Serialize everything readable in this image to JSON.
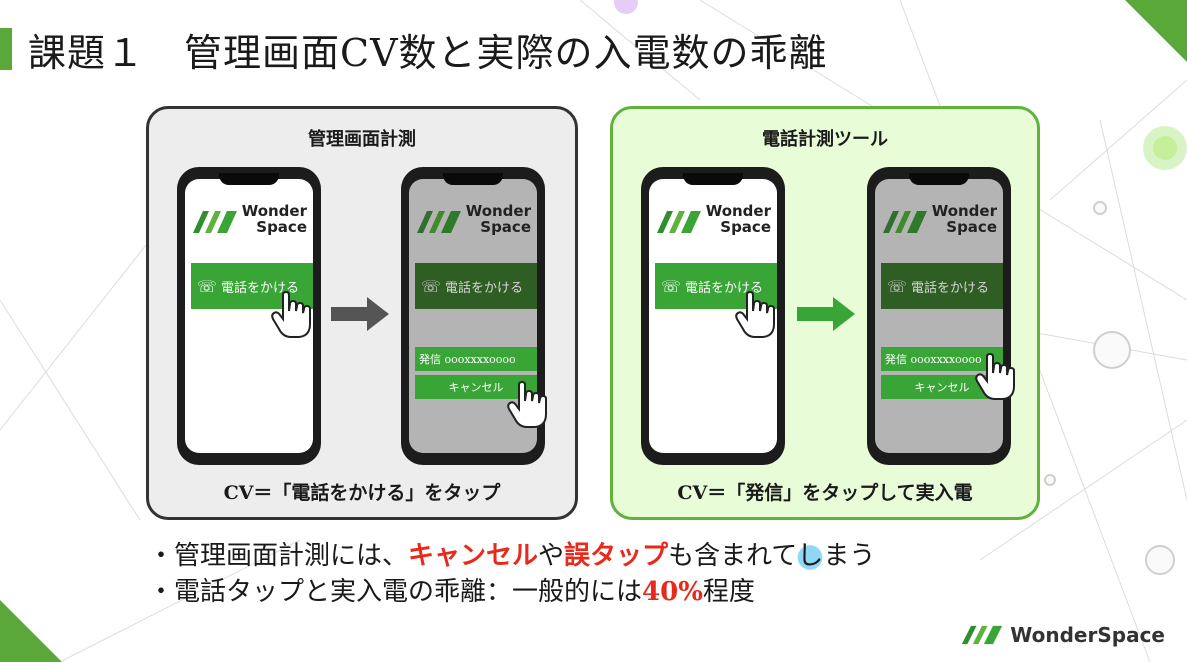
{
  "slide": {
    "title": "課題１　管理画面CV数と実際の入電数の乖離",
    "accent_color": "#5aa83a"
  },
  "panels": [
    {
      "heading": "管理画面計測",
      "caption": "CV＝「電話をかける」をタップ",
      "arrow_color": "#555555"
    },
    {
      "heading": "電話計測ツール",
      "caption": "CV＝「発信」をタップして実入電",
      "arrow_color": "#3aa537"
    }
  ],
  "phone": {
    "logo_line1": "Wonder",
    "logo_line2": "Space",
    "call_label": "電話をかける",
    "dial_label": "発信 oooxxxxoooo",
    "cancel_label": "キャンセル"
  },
  "bullets": {
    "b1_part1": "・管理画面計測には、",
    "b1_red1": "キャンセル",
    "b1_part2": "や",
    "b1_red2": "誤タップ",
    "b1_part3": "も含まれて",
    "b1_hl": "し",
    "b1_part4": "まう",
    "b2_part1": "・電話タップと実入電の乖離：一般的には",
    "b2_red": "40%",
    "b2_part2": "程度"
  },
  "brand": {
    "name": "WonderSpace"
  }
}
